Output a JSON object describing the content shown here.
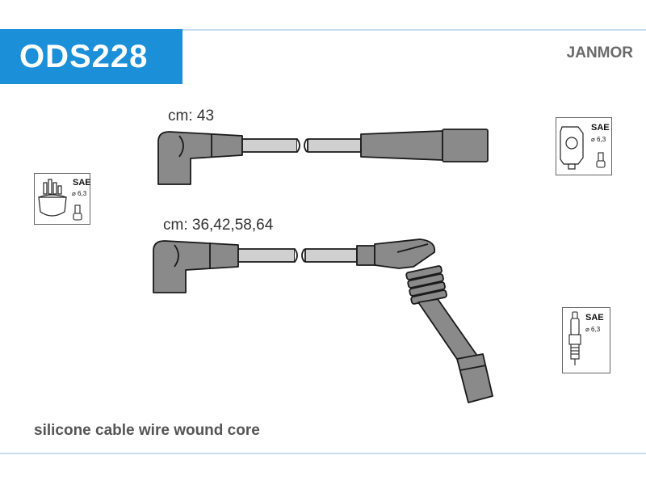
{
  "header": {
    "part_number": "ODS228",
    "brand": "JANMOR"
  },
  "cables": [
    {
      "length_label": "cm: 43"
    },
    {
      "length_label": "cm: 36,42,58,64"
    }
  ],
  "badges": {
    "distributor": {
      "standard": "SAE",
      "size": "6,3"
    },
    "coil": {
      "standard": "SAE",
      "size": "6,3"
    },
    "spark_plug": {
      "standard": "SAE",
      "size": "6,3"
    }
  },
  "footer": {
    "description": "silicone cable wire wound core"
  },
  "colors": {
    "accent": "#1b8fd8",
    "part_fill": "#8a8a8a",
    "wire_fill": "#d0d0d0",
    "outline": "#1a1a1a"
  }
}
